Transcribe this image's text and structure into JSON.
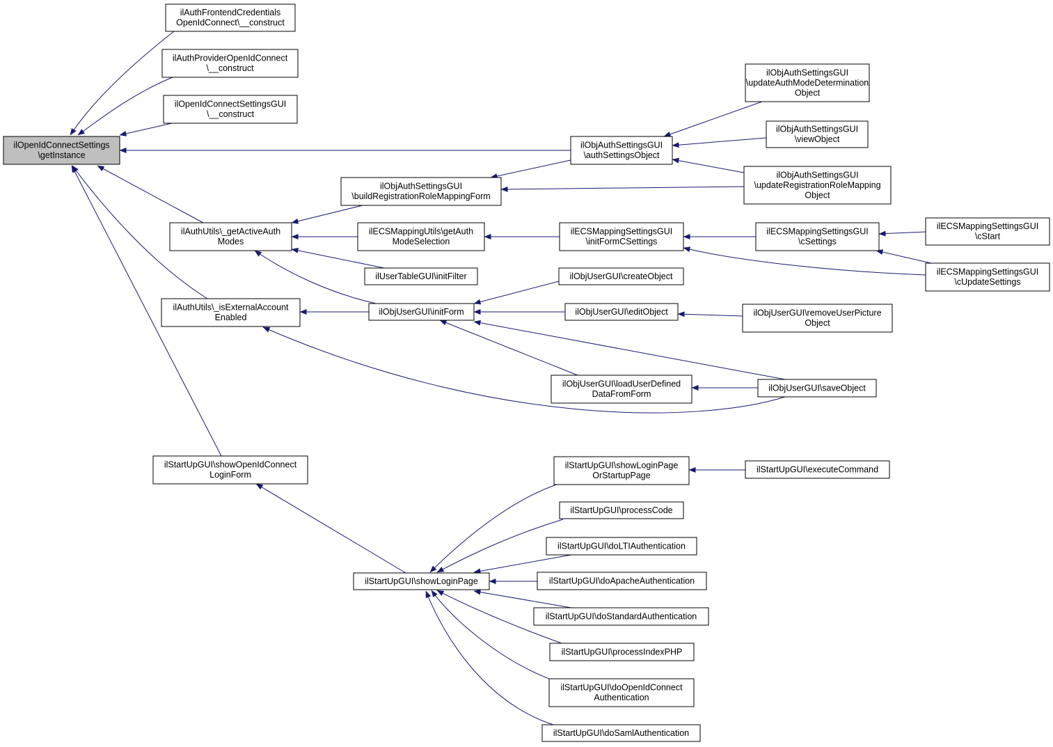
{
  "colors": {
    "edge": "#191970",
    "node_border": "#000000",
    "root_fill": "#bfbfbf",
    "node_fill": "#ffffff"
  },
  "nodes": [
    {
      "id": "root",
      "lines": [
        "ilOpenIdConnectSettings",
        "\\getInstance"
      ],
      "highlight": true
    },
    {
      "id": "frontend",
      "lines": [
        "ilAuthFrontendCredentials",
        "OpenIdConnect\\__construct"
      ]
    },
    {
      "id": "provider",
      "lines": [
        "ilAuthProviderOpenIdConnect",
        "\\__construct"
      ]
    },
    {
      "id": "settingsgui",
      "lines": [
        "ilOpenIdConnectSettingsGUI",
        "\\__construct"
      ]
    },
    {
      "id": "getactive",
      "lines": [
        "ilAuthUtils\\_getActiveAuth",
        "Modes"
      ]
    },
    {
      "id": "isexternal",
      "lines": [
        "ilAuthUtils\\_isExternalAccount",
        "Enabled"
      ]
    },
    {
      "id": "showoidc",
      "lines": [
        "ilStartUpGUI\\showOpenIdConnect",
        "LoginForm"
      ]
    },
    {
      "id": "buildreg",
      "lines": [
        "ilObjAuthSettingsGUI",
        "\\buildRegistrationRoleMappingForm"
      ]
    },
    {
      "id": "ecsutils",
      "lines": [
        "ilECSMappingUtils\\getAuth",
        "ModeSelection"
      ]
    },
    {
      "id": "usertable",
      "lines": [
        "ilUserTableGUI\\initFilter"
      ]
    },
    {
      "id": "initform",
      "lines": [
        "ilObjUserGUI\\initForm"
      ]
    },
    {
      "id": "authsettings",
      "lines": [
        "ilObjAuthSettingsGUI",
        "\\authSettingsObject"
      ]
    },
    {
      "id": "initformc",
      "lines": [
        "ilECSMappingSettingsGUI",
        "\\initFormCSettings"
      ]
    },
    {
      "id": "createobj",
      "lines": [
        "ilObjUserGUI\\createObject"
      ]
    },
    {
      "id": "editobj",
      "lines": [
        "ilObjUserGUI\\editObject"
      ]
    },
    {
      "id": "loaduser",
      "lines": [
        "ilObjUserGUI\\loadUserDefined",
        "DataFromForm"
      ]
    },
    {
      "id": "updateauthmode",
      "lines": [
        "ilObjAuthSettingsGUI",
        "\\updateAuthModeDetermination",
        "Object"
      ]
    },
    {
      "id": "viewobj",
      "lines": [
        "ilObjAuthSettingsGUI",
        "\\viewObject"
      ]
    },
    {
      "id": "updatereg",
      "lines": [
        "ilObjAuthSettingsGUI",
        "\\updateRegistrationRoleMapping",
        "Object"
      ]
    },
    {
      "id": "csettings",
      "lines": [
        "ilECSMappingSettingsGUI",
        "\\cSettings"
      ]
    },
    {
      "id": "removepic",
      "lines": [
        "ilObjUserGUI\\removeUserPicture",
        "Object"
      ]
    },
    {
      "id": "saveobj",
      "lines": [
        "ilObjUserGUI\\saveObject"
      ]
    },
    {
      "id": "cstart",
      "lines": [
        "ilECSMappingSettingsGUI",
        "\\cStart"
      ]
    },
    {
      "id": "cupdate",
      "lines": [
        "ilECSMappingSettingsGUI",
        "\\cUpdateSettings"
      ]
    },
    {
      "id": "showlogin",
      "lines": [
        "ilStartUpGUI\\showLoginPage"
      ]
    },
    {
      "id": "showloginorstart",
      "lines": [
        "ilStartUpGUI\\showLoginPage",
        "OrStartupPage"
      ]
    },
    {
      "id": "processcode",
      "lines": [
        "ilStartUpGUI\\processCode"
      ]
    },
    {
      "id": "dolti",
      "lines": [
        "ilStartUpGUI\\doLTIAuthentication"
      ]
    },
    {
      "id": "doapache",
      "lines": [
        "ilStartUpGUI\\doApacheAuthentication"
      ]
    },
    {
      "id": "dostandard",
      "lines": [
        "ilStartUpGUI\\doStandardAuthentication"
      ]
    },
    {
      "id": "processindex",
      "lines": [
        "ilStartUpGUI\\processIndexPHP"
      ]
    },
    {
      "id": "dooidc",
      "lines": [
        "ilStartUpGUI\\doOpenIdConnect",
        "Authentication"
      ]
    },
    {
      "id": "dosaml",
      "lines": [
        "ilStartUpGUI\\doSamlAuthentication"
      ]
    },
    {
      "id": "execcmd",
      "lines": [
        "ilStartUpGUI\\executeCommand"
      ]
    }
  ],
  "edges": [
    {
      "from": "frontend",
      "to": "root"
    },
    {
      "from": "provider",
      "to": "root"
    },
    {
      "from": "settingsgui",
      "to": "root"
    },
    {
      "from": "authsettings",
      "to": "root"
    },
    {
      "from": "getactive",
      "to": "root"
    },
    {
      "from": "isexternal",
      "to": "root"
    },
    {
      "from": "showoidc",
      "to": "root"
    },
    {
      "from": "buildreg",
      "to": "getactive"
    },
    {
      "from": "ecsutils",
      "to": "getactive"
    },
    {
      "from": "usertable",
      "to": "getactive"
    },
    {
      "from": "initform",
      "to": "getactive"
    },
    {
      "from": "initform",
      "to": "isexternal"
    },
    {
      "from": "saveobj",
      "to": "isexternal"
    },
    {
      "from": "authsettings",
      "to": "buildreg"
    },
    {
      "from": "updatereg",
      "to": "buildreg"
    },
    {
      "from": "updateauthmode",
      "to": "authsettings"
    },
    {
      "from": "viewobj",
      "to": "authsettings"
    },
    {
      "from": "updatereg",
      "to": "authsettings"
    },
    {
      "from": "initformc",
      "to": "ecsutils"
    },
    {
      "from": "csettings",
      "to": "initformc"
    },
    {
      "from": "cupdate",
      "to": "initformc"
    },
    {
      "from": "cstart",
      "to": "csettings"
    },
    {
      "from": "cupdate",
      "to": "csettings"
    },
    {
      "from": "createobj",
      "to": "initform"
    },
    {
      "from": "editobj",
      "to": "initform"
    },
    {
      "from": "loaduser",
      "to": "initform"
    },
    {
      "from": "saveobj",
      "to": "initform"
    },
    {
      "from": "removepic",
      "to": "editobj"
    },
    {
      "from": "saveobj",
      "to": "loaduser"
    },
    {
      "from": "showlogin",
      "to": "showoidc"
    },
    {
      "from": "showloginorstart",
      "to": "showlogin"
    },
    {
      "from": "processcode",
      "to": "showlogin"
    },
    {
      "from": "dolti",
      "to": "showlogin"
    },
    {
      "from": "doapache",
      "to": "showlogin"
    },
    {
      "from": "dostandard",
      "to": "showlogin"
    },
    {
      "from": "processindex",
      "to": "showlogin"
    },
    {
      "from": "dooidc",
      "to": "showlogin"
    },
    {
      "from": "dosaml",
      "to": "showlogin"
    },
    {
      "from": "execcmd",
      "to": "showloginorstart"
    }
  ]
}
